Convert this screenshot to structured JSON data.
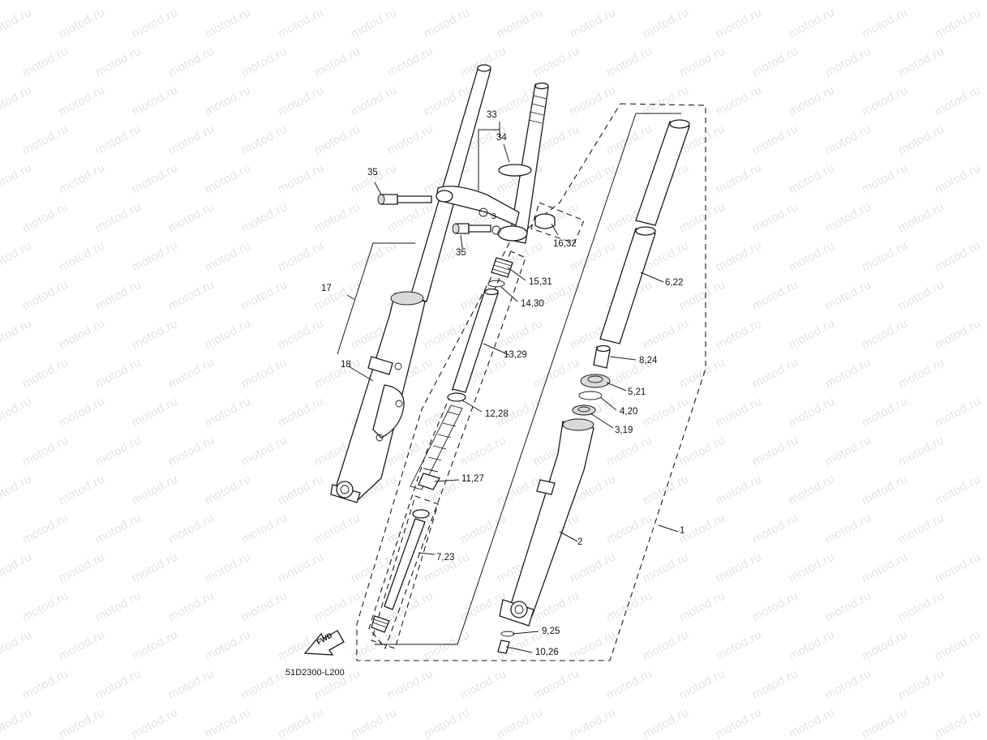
{
  "watermark": {
    "text": "motod.ru",
    "color": "#e3e3e3"
  },
  "diagram_code": "51D2300-L200",
  "fwd_label": "FWD",
  "callouts": {
    "c1": "1",
    "c2": "2",
    "c3_19": "3,19",
    "c4_20": "4,20",
    "c5_21": "5,21",
    "c6_22": "6,22",
    "c7_23": "7,23",
    "c8_24": "8,24",
    "c9_25": "9,25",
    "c10_26": "10,26",
    "c11_27": "11,27",
    "c12_28": "12,28",
    "c13_29": "13,29",
    "c14_30": "14,30",
    "c15_31": "15,31",
    "c16_32": "16,32",
    "c17": "17",
    "c18": "18",
    "c33": "33",
    "c34": "34",
    "c35a": "35",
    "c35b": "35",
    "c3small": "3"
  }
}
